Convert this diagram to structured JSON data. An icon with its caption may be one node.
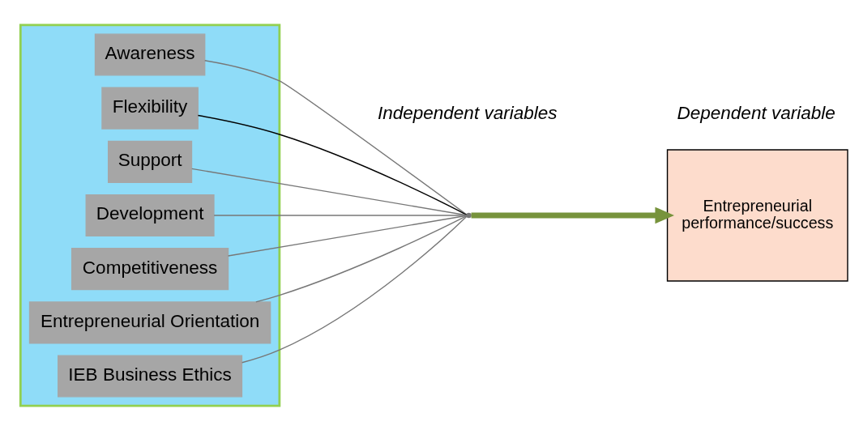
{
  "diagram": {
    "nodes": [
      {
        "text": [],
        "shape": "box"
      },
      {
        "text": [
          "Awareness"
        ],
        "in": 0
      },
      {
        "text": [
          "Flexibility"
        ],
        "in": 0
      },
      {
        "text": [
          "Support"
        ],
        "in": 0
      },
      {
        "text": [
          "Development"
        ],
        "in": 0
      },
      {
        "text": [
          "Competitiveness"
        ],
        "in": 0
      },
      {
        "text": [
          "Entrepreneurial Orientation"
        ],
        "in": 0
      },
      {
        "text": [
          "IEB Business Ethics"
        ],
        "in": 0
      },
      {
        "text": [],
        "shape": "point"
      },
      {
        "text": [
          "Entrepreneurial performance/success"
        ]
      }
    ],
    "edges": [
      {
        "from": 1,
        "to": 8,
        "arrow": "none"
      },
      {
        "from": 2,
        "to": 8,
        "arrow": "none",
        "color": "#000000"
      },
      {
        "from": 3,
        "to": 8,
        "arrow": "none"
      },
      {
        "from": 4,
        "to": 8,
        "arrow": "none"
      },
      {
        "from": 5,
        "to": 8,
        "arrow": "none"
      },
      {
        "from": 6,
        "to": 8,
        "arrow": "none"
      },
      {
        "from": 7,
        "to": 8,
        "arrow": "none"
      },
      {
        "from": 8,
        "to": 9,
        "arrow": "to",
        "style": "thick",
        "color": "#77933c"
      }
    ],
    "labels": [
      "Independent variables",
      "Dependent variable"
    ]
  }
}
